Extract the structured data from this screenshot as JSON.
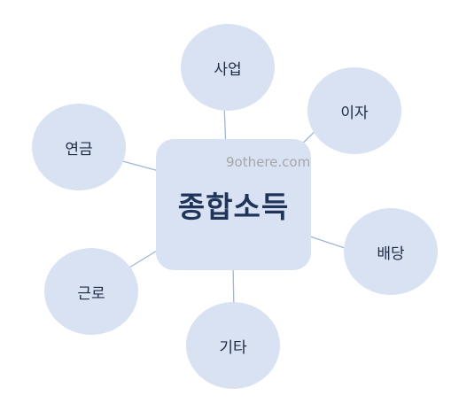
{
  "center": {
    "label": "종합소득"
  },
  "watermark": "9othere.com",
  "nodes": {
    "business": "사업",
    "interest": "이자",
    "pension": "연금",
    "dividend": "배당",
    "labor": "근로",
    "other": "기타"
  },
  "colors": {
    "shape_fill": "#d9e2f3",
    "center_text": "#1f3458",
    "node_text": "#1f2a44",
    "connector": "#9fb6d6",
    "watermark": "#a6a6a6"
  }
}
